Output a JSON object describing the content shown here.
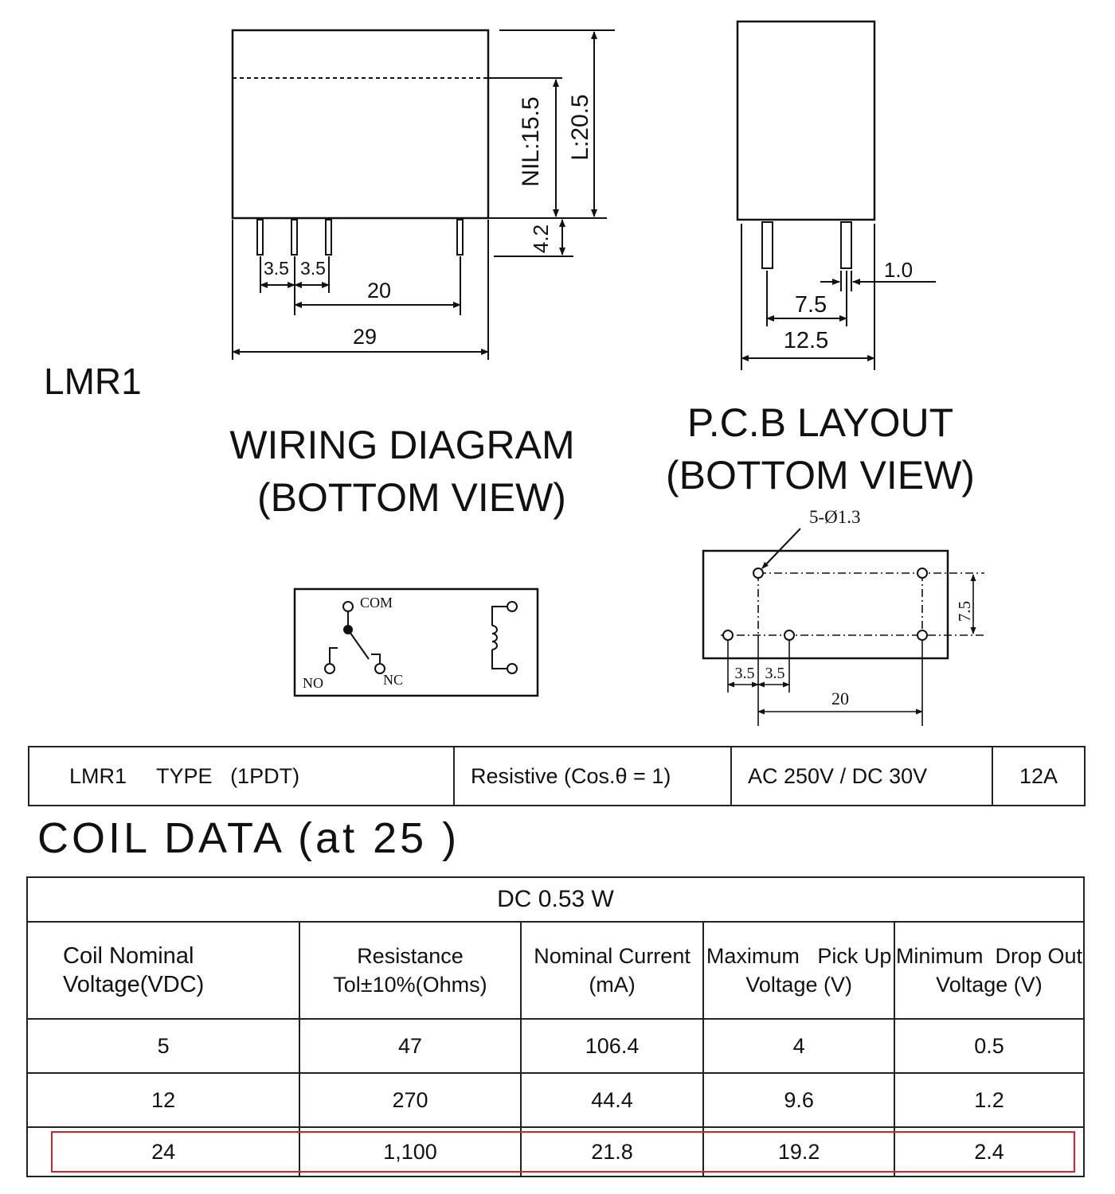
{
  "model_label": "LMR1",
  "wiring": {
    "title_line1": "WIRING DIAGRAM",
    "title_line2": "(BOTTOM VIEW)",
    "com": "COM",
    "no": "NO",
    "nc": "NC"
  },
  "pcb": {
    "title_line1": "P.C.B LAYOUT",
    "title_line2": "(BOTTOM VIEW)",
    "hole_spec": "5-Ø1.3",
    "dim_height": "7.5",
    "dim_a": "3.5",
    "dim_b": "3.5",
    "dim_span": "20"
  },
  "front_view": {
    "nil": "NIL:15.5",
    "l": "L:20.5",
    "pin_len": "4.2",
    "pitch_a": "3.5",
    "pitch_b": "3.5",
    "span": "20",
    "width": "29"
  },
  "side_view": {
    "pin_w": "1.0",
    "pitch": "7.5",
    "width": "12.5"
  },
  "rating": {
    "type": "LMR1     TYPE   (1PDT)",
    "load": "Resistive (Cos.θ = 1)",
    "voltage": "AC 250V / DC 30V",
    "current": "12A"
  },
  "coil": {
    "title": "COIL DATA (at 25 )",
    "power": "DC 0.53 W",
    "headers": [
      [
        "Coil Nominal",
        "Voltage(VDC)"
      ],
      [
        "Resistance",
        "Tol±10%(Ohms)"
      ],
      [
        "Nominal Current",
        "(mA)"
      ],
      [
        "Maximum   Pick Up",
        "Voltage (V)"
      ],
      [
        "Minimum  Drop Out",
        "Voltage (V)"
      ]
    ],
    "rows": [
      [
        "5",
        "47",
        "106.4",
        "4",
        "0.5"
      ],
      [
        "12",
        "270",
        "44.4",
        "9.6",
        "1.2"
      ],
      [
        "24",
        "1,100",
        "21.8",
        "19.2",
        "2.4"
      ]
    ]
  },
  "highlight_color": "#d8222a"
}
